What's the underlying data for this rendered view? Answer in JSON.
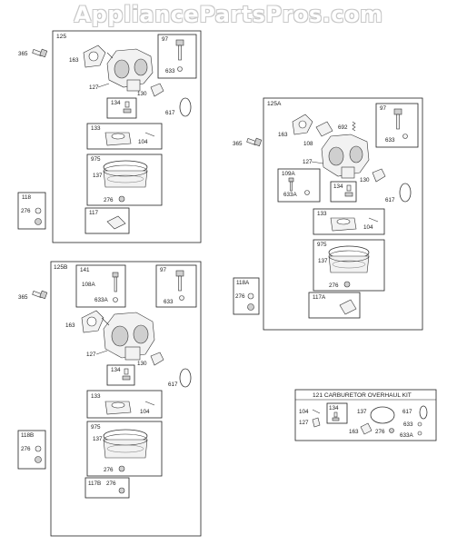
{
  "watermark": "AppliancePartsPros.com",
  "groups": {
    "g125": {
      "title": "125",
      "outside": {
        "screw": "365",
        "kit_box": "118",
        "kit_part": "276"
      },
      "labels": {
        "gasket": "163",
        "carb": "127",
        "bowl_gasket": "130",
        "oring": "617"
      },
      "needle_box": {
        "title": "97",
        "part": "633"
      },
      "jet_box": {
        "title": "134"
      },
      "float_box": {
        "title": "133",
        "pin": "104"
      },
      "bowl_box": {
        "title": "975",
        "bowl": "137",
        "washer": "276"
      },
      "lower_box": {
        "title": "117"
      }
    },
    "g125A": {
      "title": "125A",
      "outside": {
        "screw": "365",
        "kit_box": "118A",
        "kit_part": "276"
      },
      "labels": {
        "gasket": "163",
        "gasket2": "108",
        "spring": "692",
        "carb": "127",
        "bowl_gasket": "130",
        "oring": "617"
      },
      "needle_box": {
        "title": "97",
        "part": "633"
      },
      "side_box": {
        "title": "109A",
        "part": "633A"
      },
      "jet_box": {
        "title": "134"
      },
      "float_box": {
        "title": "133",
        "pin": "104"
      },
      "bowl_box": {
        "title": "975",
        "bowl": "137",
        "washer": "276"
      },
      "lower_box": {
        "title": "117A"
      }
    },
    "g125B": {
      "title": "125B",
      "outside": {
        "screw": "365",
        "kit_box": "118B",
        "kit_part": "276"
      },
      "labels": {
        "gasket": "163",
        "carb": "127",
        "bowl_gasket": "130",
        "oring": "617"
      },
      "needle_box": {
        "title": "97",
        "part": "633"
      },
      "side_box": {
        "title": "141",
        "part_a": "108A",
        "part_b": "633A"
      },
      "jet_box": {
        "title": "134"
      },
      "float_box": {
        "title": "133",
        "pin": "104"
      },
      "bowl_box": {
        "title": "975",
        "bowl": "137",
        "washer": "276"
      },
      "lower_box": {
        "title": "117B",
        "part": "276"
      }
    }
  },
  "overhaul_kit": {
    "title": "121 CARBURETOR OVERHAUL KIT",
    "pin": "104",
    "carb": "127",
    "jet_box": "134",
    "bowl": "137",
    "gasket": "163",
    "washer": "276",
    "oring": "617",
    "p633": "633",
    "p633a": "633A"
  }
}
